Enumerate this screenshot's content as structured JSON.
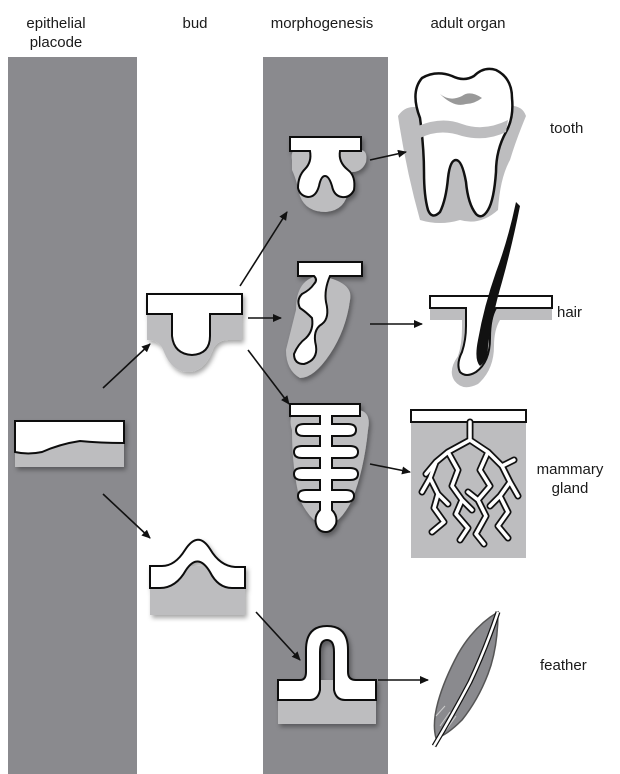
{
  "columns": {
    "placode_line1": "epithelial",
    "placode_line2": "placode",
    "bud": "bud",
    "morphogenesis": "morphogenesis",
    "adult": "adult organ"
  },
  "organs": {
    "tooth": "tooth",
    "hair": "hair",
    "mammary_line1": "mammary",
    "mammary_line2": "gland",
    "feather": "feather"
  },
  "colors": {
    "column_band": "#8a8a8e",
    "mesenchyme": "#bdbdbf",
    "epithelium": "#ffffff",
    "outline": "#111111"
  }
}
